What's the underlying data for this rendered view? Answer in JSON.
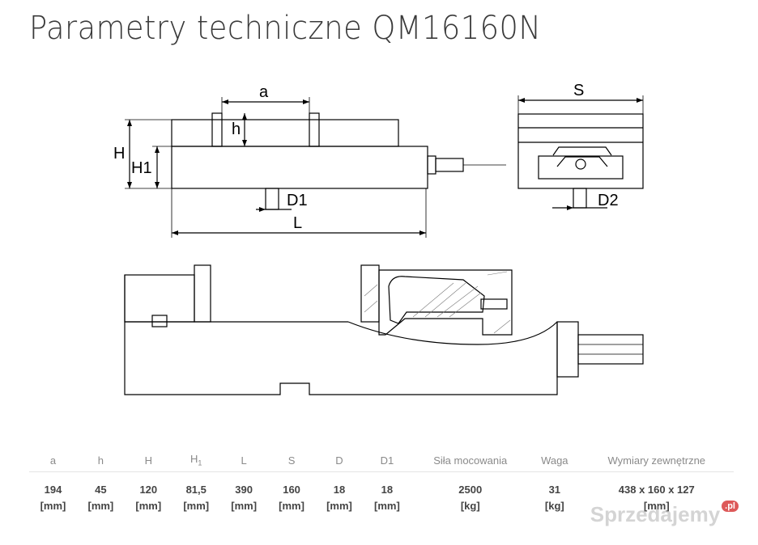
{
  "title": "Parametry techniczne QM16160N",
  "drawing": {
    "labels": {
      "a": "a",
      "h": "h",
      "H": "H",
      "H1": "H1",
      "D1": "D1",
      "L": "L",
      "S": "S",
      "D2": "D2"
    }
  },
  "specs": {
    "columns": [
      {
        "key": "a",
        "header": "a",
        "value": "194",
        "unit": "[mm]"
      },
      {
        "key": "h",
        "header": "h",
        "value": "45",
        "unit": "[mm]"
      },
      {
        "key": "H",
        "header": "H",
        "value": "120",
        "unit": "[mm]"
      },
      {
        "key": "H1",
        "header": "H1",
        "header_base": "H",
        "header_sub": "1",
        "value": "81,5",
        "unit": "[mm]"
      },
      {
        "key": "L",
        "header": "L",
        "value": "390",
        "unit": "[mm]"
      },
      {
        "key": "S",
        "header": "S",
        "value": "160",
        "unit": "[mm]"
      },
      {
        "key": "D",
        "header": "D",
        "value": "18",
        "unit": "[mm]"
      },
      {
        "key": "D1",
        "header": "D1",
        "value": "18",
        "unit": "[mm]"
      },
      {
        "key": "sila",
        "header": "Siła mocowania",
        "value": "2500",
        "unit": "[kg]"
      },
      {
        "key": "waga",
        "header": "Waga",
        "value": "31",
        "unit": "[kg]"
      },
      {
        "key": "wymiary",
        "header": "Wymiary zewnętrzne",
        "value": "438 x 160 x 127",
        "unit": "[mm]"
      }
    ]
  },
  "watermark": {
    "text": "Sprzedajemy",
    "badge": ".pl"
  }
}
